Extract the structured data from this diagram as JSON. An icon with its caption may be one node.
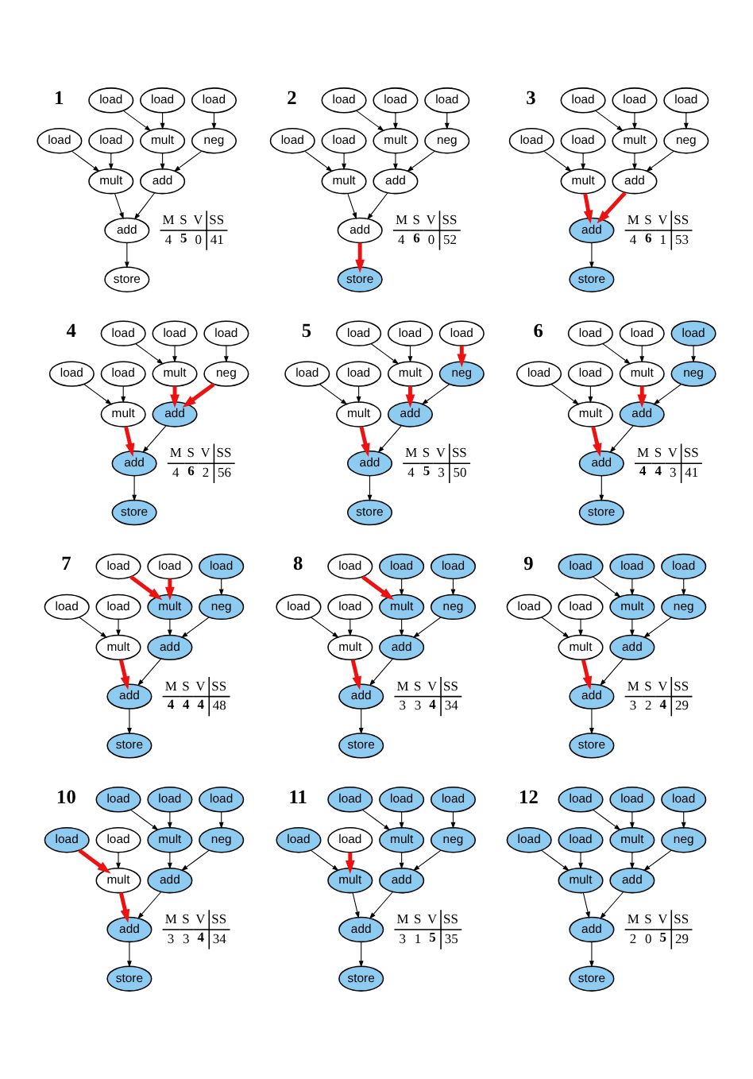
{
  "diagram": {
    "nodes": [
      {
        "text": [
          "load"
        ]
      },
      {
        "text": [
          "load"
        ]
      },
      {
        "text": [
          "load"
        ]
      },
      {
        "text": [
          "load"
        ]
      },
      {
        "text": [
          "load"
        ]
      },
      {
        "text": [
          "mult"
        ]
      },
      {
        "text": [
          "neg"
        ]
      },
      {
        "text": [
          "mult"
        ]
      },
      {
        "text": [
          "add"
        ]
      },
      {
        "text": [
          "add"
        ]
      },
      {
        "text": [
          "store"
        ]
      },
      {
        "text": [
          "load"
        ]
      },
      {
        "text": [
          "load"
        ]
      },
      {
        "text": [
          "load"
        ]
      },
      {
        "text": [
          "load"
        ]
      },
      {
        "text": [
          "load"
        ]
      },
      {
        "text": [
          "mult"
        ]
      },
      {
        "text": [
          "neg"
        ]
      },
      {
        "text": [
          "mult"
        ]
      },
      {
        "text": [
          "add"
        ]
      },
      {
        "text": [
          "add"
        ]
      },
      {
        "text": [
          "store"
        ]
      },
      {
        "text": [
          "load"
        ]
      },
      {
        "text": [
          "load"
        ]
      },
      {
        "text": [
          "load"
        ]
      },
      {
        "text": [
          "load"
        ]
      },
      {
        "text": [
          "load"
        ]
      },
      {
        "text": [
          "mult"
        ]
      },
      {
        "text": [
          "neg"
        ]
      },
      {
        "text": [
          "mult"
        ]
      },
      {
        "text": [
          "add"
        ]
      },
      {
        "text": [
          "add"
        ]
      },
      {
        "text": [
          "store"
        ]
      },
      {
        "text": [
          "load"
        ]
      },
      {
        "text": [
          "load"
        ]
      },
      {
        "text": [
          "load"
        ]
      },
      {
        "text": [
          "load"
        ]
      },
      {
        "text": [
          "load"
        ]
      },
      {
        "text": [
          "mult"
        ]
      },
      {
        "text": [
          "neg"
        ]
      },
      {
        "text": [
          "mult"
        ]
      },
      {
        "text": [
          "add"
        ]
      },
      {
        "text": [
          "add"
        ]
      },
      {
        "text": [
          "store"
        ]
      },
      {
        "text": [
          "load"
        ]
      },
      {
        "text": [
          "load"
        ]
      },
      {
        "text": [
          "load"
        ]
      },
      {
        "text": [
          "load"
        ]
      },
      {
        "text": [
          "load"
        ]
      },
      {
        "text": [
          "mult"
        ]
      },
      {
        "text": [
          "neg"
        ]
      },
      {
        "text": [
          "mult"
        ]
      },
      {
        "text": [
          "add"
        ]
      },
      {
        "text": [
          "add"
        ]
      },
      {
        "text": [
          "store"
        ]
      },
      {
        "text": [
          "load"
        ]
      },
      {
        "text": [
          "load"
        ]
      },
      {
        "text": [
          "load"
        ]
      },
      {
        "text": [
          "load"
        ]
      },
      {
        "text": [
          "load"
        ]
      },
      {
        "text": [
          "mult"
        ]
      },
      {
        "text": [
          "neg"
        ]
      },
      {
        "text": [
          "mult"
        ]
      },
      {
        "text": [
          "add"
        ]
      },
      {
        "text": [
          "add"
        ]
      },
      {
        "text": [
          "store"
        ]
      },
      {
        "text": [
          "load"
        ]
      },
      {
        "text": [
          "load"
        ]
      },
      {
        "text": [
          "load"
        ]
      },
      {
        "text": [
          "load"
        ]
      },
      {
        "text": [
          "load"
        ]
      },
      {
        "text": [
          "mult"
        ]
      },
      {
        "text": [
          "neg"
        ]
      },
      {
        "text": [
          "mult"
        ]
      },
      {
        "text": [
          "add"
        ]
      },
      {
        "text": [
          "add"
        ]
      },
      {
        "text": [
          "store"
        ]
      },
      {
        "text": [
          "load"
        ]
      },
      {
        "text": [
          "load"
        ]
      },
      {
        "text": [
          "load"
        ]
      },
      {
        "text": [
          "load"
        ]
      },
      {
        "text": [
          "load"
        ]
      },
      {
        "text": [
          "mult"
        ]
      },
      {
        "text": [
          "neg"
        ]
      },
      {
        "text": [
          "mult"
        ]
      },
      {
        "text": [
          "add"
        ]
      },
      {
        "text": [
          "add"
        ]
      },
      {
        "text": [
          "store"
        ]
      },
      {
        "text": [
          "load"
        ]
      },
      {
        "text": [
          "load"
        ]
      },
      {
        "text": [
          "load"
        ]
      },
      {
        "text": [
          "load"
        ]
      },
      {
        "text": [
          "load"
        ]
      },
      {
        "text": [
          "mult"
        ]
      },
      {
        "text": [
          "neg"
        ]
      },
      {
        "text": [
          "mult"
        ]
      },
      {
        "text": [
          "add"
        ]
      },
      {
        "text": [
          "add"
        ]
      },
      {
        "text": [
          "store"
        ]
      },
      {
        "text": [
          "load"
        ]
      },
      {
        "text": [
          "load"
        ]
      },
      {
        "text": [
          "load"
        ]
      },
      {
        "text": [
          "load"
        ]
      },
      {
        "text": [
          "load"
        ]
      },
      {
        "text": [
          "mult"
        ]
      },
      {
        "text": [
          "neg"
        ]
      },
      {
        "text": [
          "mult"
        ]
      },
      {
        "text": [
          "add"
        ]
      },
      {
        "text": [
          "add"
        ]
      },
      {
        "text": [
          "store"
        ]
      },
      {
        "text": [
          "load"
        ]
      },
      {
        "text": [
          "load"
        ]
      },
      {
        "text": [
          "load"
        ]
      },
      {
        "text": [
          "load"
        ]
      },
      {
        "text": [
          "load"
        ]
      },
      {
        "text": [
          "mult"
        ]
      },
      {
        "text": [
          "neg"
        ]
      },
      {
        "text": [
          "mult"
        ]
      },
      {
        "text": [
          "add"
        ]
      },
      {
        "text": [
          "add"
        ]
      },
      {
        "text": [
          "store"
        ]
      },
      {
        "text": [
          "load"
        ]
      },
      {
        "text": [
          "load"
        ]
      },
      {
        "text": [
          "load"
        ]
      },
      {
        "text": [
          "load"
        ]
      },
      {
        "text": [
          "load"
        ]
      },
      {
        "text": [
          "mult"
        ]
      },
      {
        "text": [
          "neg"
        ]
      },
      {
        "text": [
          "mult"
        ]
      },
      {
        "text": [
          "add"
        ]
      },
      {
        "text": [
          "add"
        ]
      },
      {
        "text": [
          "store"
        ]
      }
    ],
    "edges": [
      {
        "from": 3,
        "to": 7,
        "arrow": "to"
      },
      {
        "from": 4,
        "to": 7,
        "arrow": "to"
      },
      {
        "from": 0,
        "to": 5,
        "arrow": "to"
      },
      {
        "from": 1,
        "to": 5,
        "arrow": "to"
      },
      {
        "from": 2,
        "to": 6,
        "arrow": "to"
      },
      {
        "from": 5,
        "to": 8,
        "arrow": "to"
      },
      {
        "from": 6,
        "to": 8,
        "arrow": "to"
      },
      {
        "from": 7,
        "to": 9,
        "arrow": "to"
      },
      {
        "from": 8,
        "to": 9,
        "arrow": "to"
      },
      {
        "from": 9,
        "to": 10,
        "arrow": "to"
      },
      {
        "from": 14,
        "to": 18,
        "arrow": "to"
      },
      {
        "from": 15,
        "to": 18,
        "arrow": "to"
      },
      {
        "from": 11,
        "to": 16,
        "arrow": "to"
      },
      {
        "from": 12,
        "to": 16,
        "arrow": "to"
      },
      {
        "from": 13,
        "to": 17,
        "arrow": "to"
      },
      {
        "from": 16,
        "to": 19,
        "arrow": "to"
      },
      {
        "from": 17,
        "to": 19,
        "arrow": "to"
      },
      {
        "from": 18,
        "to": 20,
        "arrow": "to"
      },
      {
        "from": 19,
        "to": 20,
        "arrow": "to"
      },
      {
        "from": 20,
        "to": 21,
        "arrow": "to",
        "style": "thick",
        "color": "#ee1111"
      },
      {
        "from": 25,
        "to": 29,
        "arrow": "to"
      },
      {
        "from": 26,
        "to": 29,
        "arrow": "to"
      },
      {
        "from": 22,
        "to": 27,
        "arrow": "to"
      },
      {
        "from": 23,
        "to": 27,
        "arrow": "to"
      },
      {
        "from": 24,
        "to": 28,
        "arrow": "to"
      },
      {
        "from": 27,
        "to": 30,
        "arrow": "to"
      },
      {
        "from": 28,
        "to": 30,
        "arrow": "to"
      },
      {
        "from": 29,
        "to": 31,
        "arrow": "to",
        "style": "thick",
        "color": "#ee1111"
      },
      {
        "from": 30,
        "to": 31,
        "arrow": "to",
        "style": "thick",
        "color": "#ee1111"
      },
      {
        "from": 31,
        "to": 32,
        "arrow": "to"
      },
      {
        "from": 36,
        "to": 40,
        "arrow": "to"
      },
      {
        "from": 37,
        "to": 40,
        "arrow": "to"
      },
      {
        "from": 33,
        "to": 38,
        "arrow": "to"
      },
      {
        "from": 34,
        "to": 38,
        "arrow": "to"
      },
      {
        "from": 35,
        "to": 39,
        "arrow": "to"
      },
      {
        "from": 38,
        "to": 41,
        "arrow": "to",
        "style": "thick",
        "color": "#ee1111"
      },
      {
        "from": 39,
        "to": 41,
        "arrow": "to",
        "style": "thick",
        "color": "#ee1111"
      },
      {
        "from": 40,
        "to": 42,
        "arrow": "to",
        "style": "thick",
        "color": "#ee1111"
      },
      {
        "from": 41,
        "to": 42,
        "arrow": "to"
      },
      {
        "from": 42,
        "to": 43,
        "arrow": "to"
      },
      {
        "from": 47,
        "to": 51,
        "arrow": "to"
      },
      {
        "from": 48,
        "to": 51,
        "arrow": "to"
      },
      {
        "from": 44,
        "to": 49,
        "arrow": "to"
      },
      {
        "from": 45,
        "to": 49,
        "arrow": "to"
      },
      {
        "from": 46,
        "to": 50,
        "arrow": "to",
        "style": "thick",
        "color": "#ee1111"
      },
      {
        "from": 49,
        "to": 52,
        "arrow": "to",
        "style": "thick",
        "color": "#ee1111"
      },
      {
        "from": 50,
        "to": 52,
        "arrow": "to"
      },
      {
        "from": 51,
        "to": 53,
        "arrow": "to",
        "style": "thick",
        "color": "#ee1111"
      },
      {
        "from": 52,
        "to": 53,
        "arrow": "to"
      },
      {
        "from": 53,
        "to": 54,
        "arrow": "to"
      },
      {
        "from": 58,
        "to": 62,
        "arrow": "to"
      },
      {
        "from": 59,
        "to": 62,
        "arrow": "to"
      },
      {
        "from": 55,
        "to": 60,
        "arrow": "to"
      },
      {
        "from": 56,
        "to": 60,
        "arrow": "to"
      },
      {
        "from": 57,
        "to": 61,
        "arrow": "to"
      },
      {
        "from": 60,
        "to": 63,
        "arrow": "to",
        "style": "thick",
        "color": "#ee1111"
      },
      {
        "from": 61,
        "to": 63,
        "arrow": "to"
      },
      {
        "from": 62,
        "to": 64,
        "arrow": "to",
        "style": "thick",
        "color": "#ee1111"
      },
      {
        "from": 63,
        "to": 64,
        "arrow": "to"
      },
      {
        "from": 64,
        "to": 65,
        "arrow": "to"
      },
      {
        "from": 69,
        "to": 73,
        "arrow": "to"
      },
      {
        "from": 70,
        "to": 73,
        "arrow": "to"
      },
      {
        "from": 66,
        "to": 71,
        "arrow": "to",
        "style": "thick",
        "color": "#ee1111"
      },
      {
        "from": 67,
        "to": 71,
        "arrow": "to",
        "style": "thick",
        "color": "#ee1111"
      },
      {
        "from": 68,
        "to": 72,
        "arrow": "to"
      },
      {
        "from": 71,
        "to": 74,
        "arrow": "to"
      },
      {
        "from": 72,
        "to": 74,
        "arrow": "to"
      },
      {
        "from": 73,
        "to": 75,
        "arrow": "to",
        "style": "thick",
        "color": "#ee1111"
      },
      {
        "from": 74,
        "to": 75,
        "arrow": "to"
      },
      {
        "from": 75,
        "to": 76,
        "arrow": "to"
      },
      {
        "from": 80,
        "to": 84,
        "arrow": "to"
      },
      {
        "from": 81,
        "to": 84,
        "arrow": "to"
      },
      {
        "from": 77,
        "to": 82,
        "arrow": "to",
        "style": "thick",
        "color": "#ee1111"
      },
      {
        "from": 78,
        "to": 82,
        "arrow": "to"
      },
      {
        "from": 79,
        "to": 83,
        "arrow": "to"
      },
      {
        "from": 82,
        "to": 85,
        "arrow": "to"
      },
      {
        "from": 83,
        "to": 85,
        "arrow": "to"
      },
      {
        "from": 84,
        "to": 86,
        "arrow": "to",
        "style": "thick",
        "color": "#ee1111"
      },
      {
        "from": 85,
        "to": 86,
        "arrow": "to"
      },
      {
        "from": 86,
        "to": 87,
        "arrow": "to"
      },
      {
        "from": 91,
        "to": 95,
        "arrow": "to"
      },
      {
        "from": 92,
        "to": 95,
        "arrow": "to"
      },
      {
        "from": 88,
        "to": 93,
        "arrow": "to"
      },
      {
        "from": 89,
        "to": 93,
        "arrow": "to"
      },
      {
        "from": 90,
        "to": 94,
        "arrow": "to"
      },
      {
        "from": 93,
        "to": 96,
        "arrow": "to"
      },
      {
        "from": 94,
        "to": 96,
        "arrow": "to"
      },
      {
        "from": 95,
        "to": 97,
        "arrow": "to",
        "style": "thick",
        "color": "#ee1111"
      },
      {
        "from": 96,
        "to": 97,
        "arrow": "to"
      },
      {
        "from": 97,
        "to": 98,
        "arrow": "to"
      },
      {
        "from": 102,
        "to": 106,
        "arrow": "to",
        "style": "thick",
        "color": "#ee1111"
      },
      {
        "from": 103,
        "to": 106,
        "arrow": "to"
      },
      {
        "from": 99,
        "to": 104,
        "arrow": "to"
      },
      {
        "from": 100,
        "to": 104,
        "arrow": "to"
      },
      {
        "from": 101,
        "to": 105,
        "arrow": "to"
      },
      {
        "from": 104,
        "to": 107,
        "arrow": "to"
      },
      {
        "from": 105,
        "to": 107,
        "arrow": "to"
      },
      {
        "from": 106,
        "to": 108,
        "arrow": "to",
        "style": "thick",
        "color": "#ee1111"
      },
      {
        "from": 107,
        "to": 108,
        "arrow": "to"
      },
      {
        "from": 108,
        "to": 109,
        "arrow": "to"
      },
      {
        "from": 113,
        "to": 117,
        "arrow": "to"
      },
      {
        "from": 114,
        "to": 117,
        "arrow": "to",
        "style": "thick",
        "color": "#ee1111"
      },
      {
        "from": 110,
        "to": 115,
        "arrow": "to"
      },
      {
        "from": 111,
        "to": 115,
        "arrow": "to"
      },
      {
        "from": 112,
        "to": 116,
        "arrow": "to"
      },
      {
        "from": 115,
        "to": 118,
        "arrow": "to"
      },
      {
        "from": 116,
        "to": 118,
        "arrow": "to"
      },
      {
        "from": 117,
        "to": 119,
        "arrow": "to"
      },
      {
        "from": 118,
        "to": 119,
        "arrow": "to"
      },
      {
        "from": 119,
        "to": 120,
        "arrow": "to"
      },
      {
        "from": 124,
        "to": 128,
        "arrow": "to"
      },
      {
        "from": 125,
        "to": 128,
        "arrow": "to"
      },
      {
        "from": 121,
        "to": 126,
        "arrow": "to"
      },
      {
        "from": 122,
        "to": 126,
        "arrow": "to"
      },
      {
        "from": 123,
        "to": 127,
        "arrow": "to"
      },
      {
        "from": 126,
        "to": 129,
        "arrow": "to"
      },
      {
        "from": 127,
        "to": 129,
        "arrow": "to"
      },
      {
        "from": 128,
        "to": 130,
        "arrow": "to"
      },
      {
        "from": 129,
        "to": 130,
        "arrow": "to"
      },
      {
        "from": 130,
        "to": 131,
        "arrow": "to"
      }
    ],
    "labels": [
      "1",
      "M",
      "S",
      "V",
      "SS",
      "4",
      "5",
      "0",
      "41",
      "2",
      "M",
      "S",
      "V",
      "SS",
      "4",
      "6",
      "0",
      "52",
      "3",
      "M",
      "S",
      "V",
      "SS",
      "4",
      "6",
      "1",
      "53",
      "4",
      "M",
      "S",
      "V",
      "SS",
      "4",
      "6",
      "2",
      "56",
      "5",
      "M",
      "S",
      "V",
      "SS",
      "4",
      "5",
      "3",
      "50",
      "6",
      "M",
      "S",
      "V",
      "SS",
      "4",
      "4",
      "3",
      "41",
      "7",
      "M",
      "S",
      "V",
      "SS",
      "4",
      "4",
      "4",
      "48",
      "8",
      "M",
      "S",
      "V",
      "SS",
      "3",
      "3",
      "4",
      "34",
      "9",
      "M",
      "S",
      "V",
      "SS",
      "3",
      "2",
      "4",
      "29",
      "10",
      "M",
      "S",
      "V",
      "SS",
      "3",
      "3",
      "4",
      "34",
      "11",
      "M",
      "S",
      "V",
      "SS",
      "3",
      "1",
      "5",
      "35",
      "12",
      "M",
      "S",
      "V",
      "SS",
      "2",
      "0",
      "5",
      "29"
    ]
  }
}
